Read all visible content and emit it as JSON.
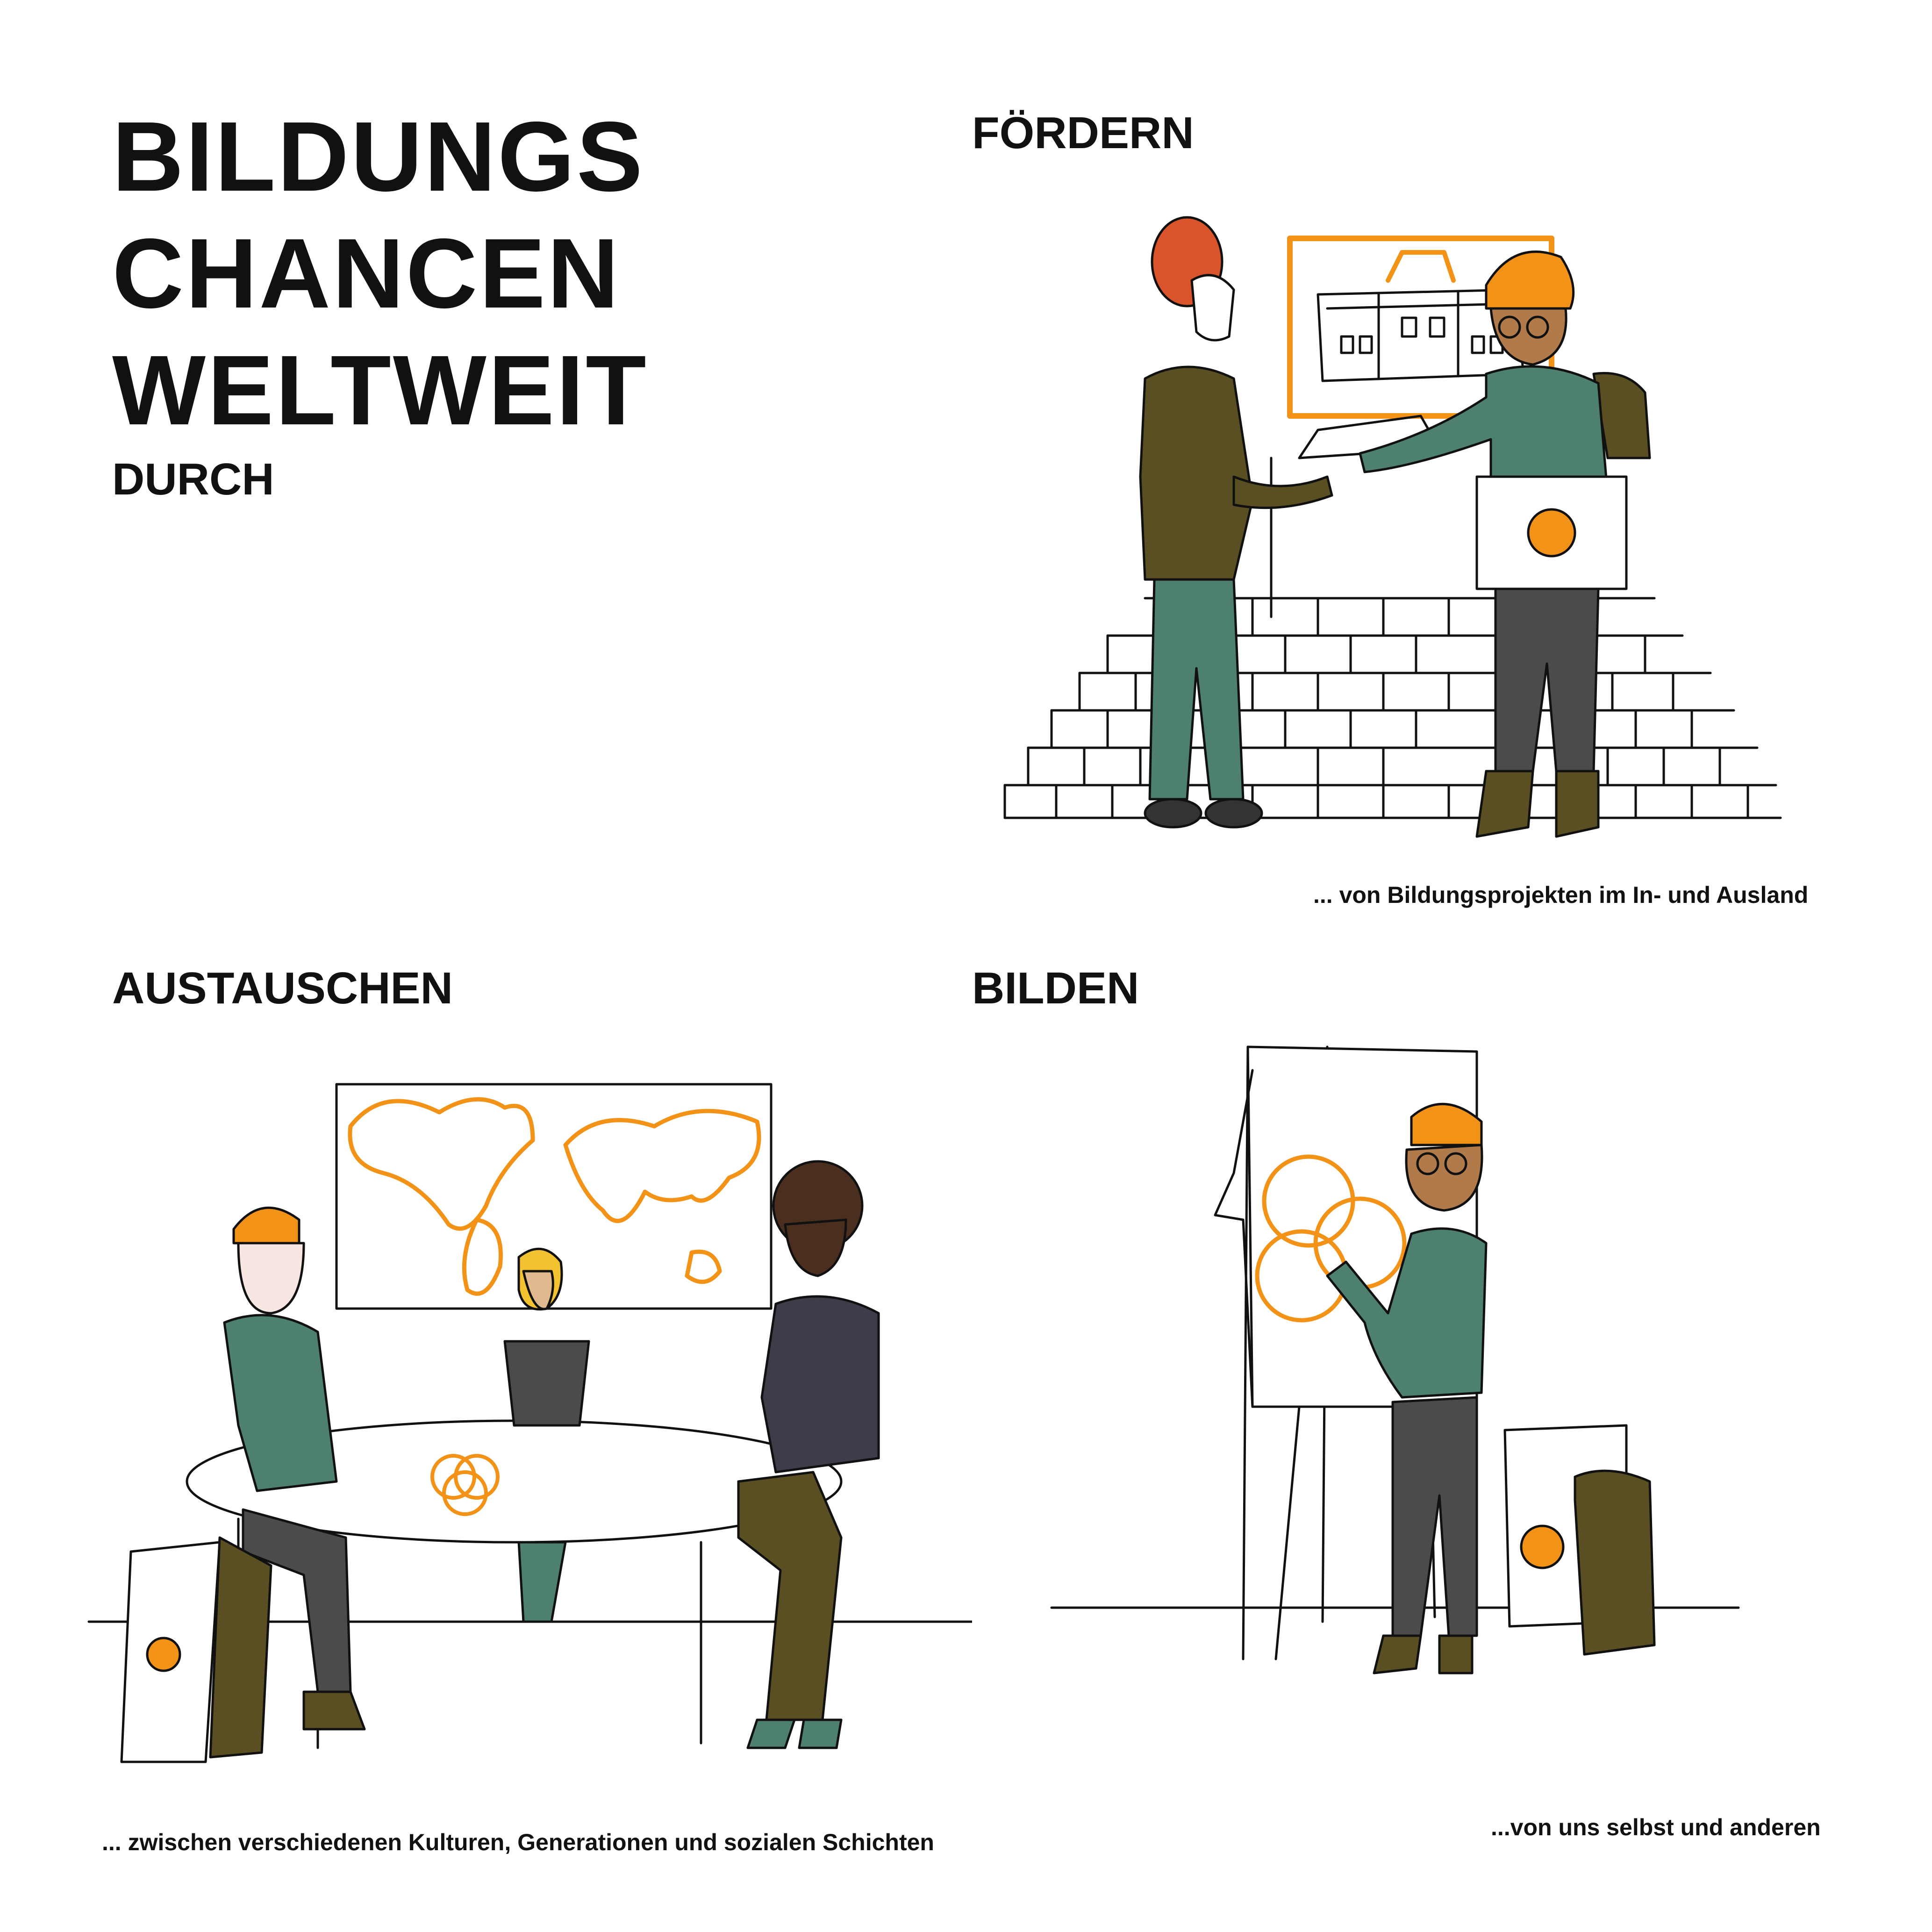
{
  "title": {
    "lines": [
      "BILDUNGS",
      "CHANCEN",
      "WELTWEIT"
    ],
    "sub": "DURCH"
  },
  "sections": {
    "foerdern": {
      "heading": "FÖRDERN",
      "caption": "... von Bildungsprojekten im In- und Ausland"
    },
    "austauschen": {
      "heading": "AUSTAUSCHEN",
      "caption": "... zwischen verschiedenen Kulturen, Generationen und sozialen Schichten"
    },
    "bilden": {
      "heading": "BILDEN",
      "caption": "...von uns selbst und anderen"
    }
  },
  "colors": {
    "accent_orange": "#f29318",
    "olive": "#5a4f22",
    "teal": "#4e8070",
    "charcoal": "#4b4b4b",
    "skin_light": "#f7e6e2",
    "skin_tan": "#b07a4a",
    "skin_dark": "#4a2f1f",
    "hair_red": "#d9542a",
    "hair_blonde": "#f2c230"
  }
}
